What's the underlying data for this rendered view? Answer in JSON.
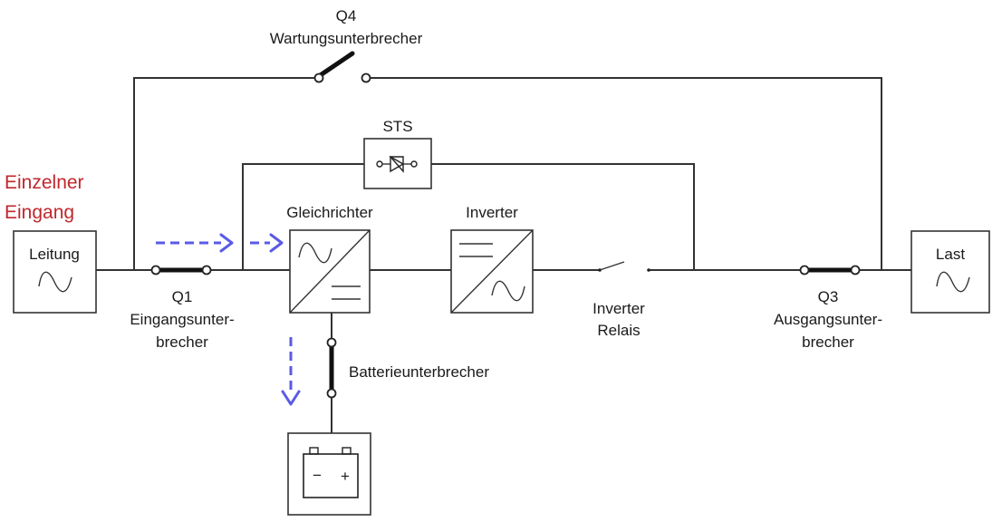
{
  "labels": {
    "input_title_line1": "Einzelner",
    "input_title_line2": "Eingang",
    "q4_tag": "Q4",
    "q4_name": "Wartungsunterbrecher",
    "sts": "STS",
    "rectifier": "Gleichrichter",
    "inverter": "Inverter",
    "line": "Leitung",
    "load": "Last",
    "q1_tag": "Q1",
    "q1_name_line1": "Eingangsunter-",
    "q1_name_line2": "brecher",
    "relay_line1": "Inverter",
    "relay_line2": "Relais",
    "q3_tag": "Q3",
    "q3_name_line1": "Ausgangsunter-",
    "q3_name_line2": "brecher",
    "battery_breaker": "Batterieunterbrecher",
    "battery_minus": "−",
    "battery_plus": "+"
  },
  "colors": {
    "title_red": "#c0272d",
    "flow_blue": "#5a5ae6",
    "wire": "#333333"
  },
  "icons": {
    "line_source": "sine-wave-icon",
    "load": "sine-wave-icon",
    "rectifier": "ac-to-dc-icon",
    "inverter": "dc-to-ac-icon",
    "sts": "thyristor-icon",
    "battery": "battery-icon"
  }
}
